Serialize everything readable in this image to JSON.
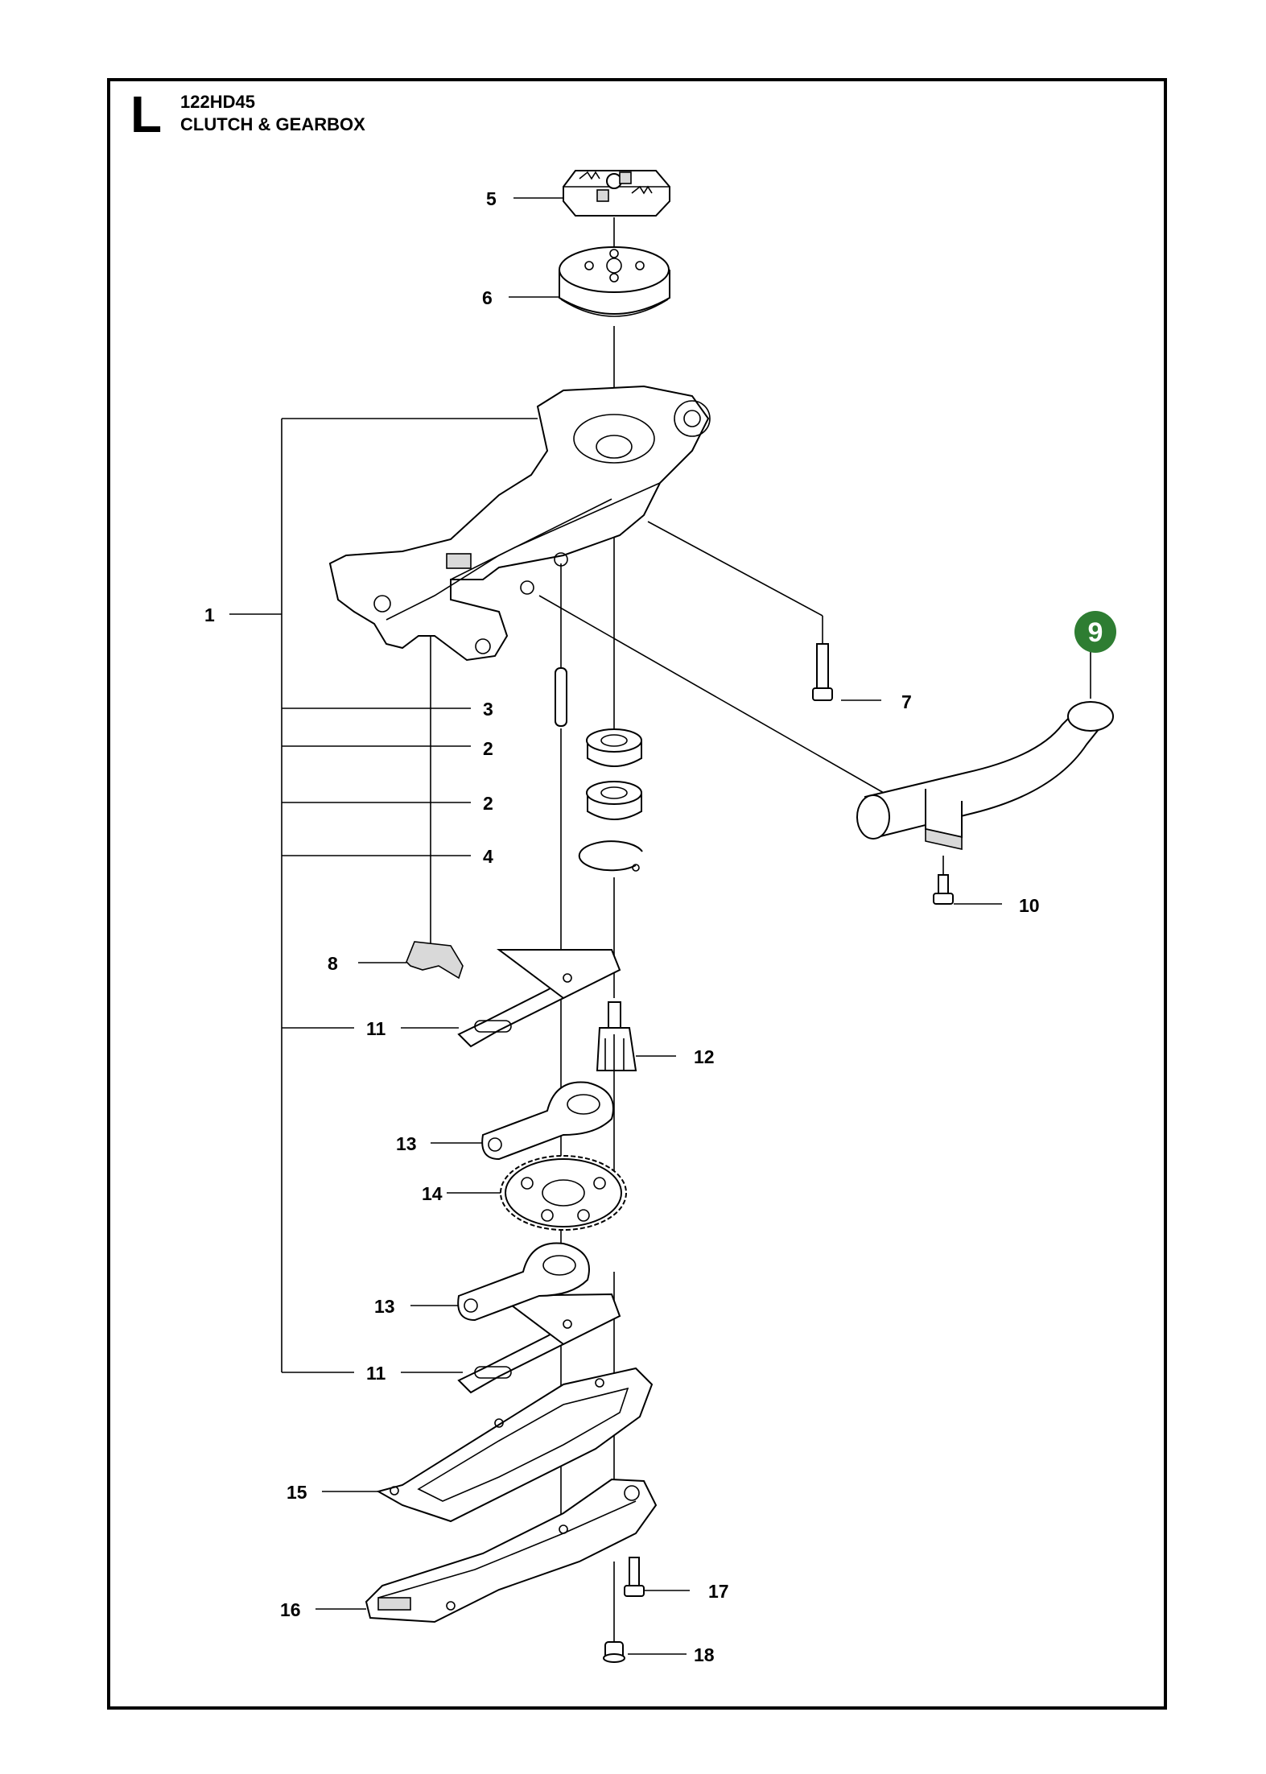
{
  "header": {
    "section_letter": "L",
    "model": "122HD45",
    "title": "CLUTCH & GEARBOX"
  },
  "highlight": {
    "badge_number": "9",
    "badge_color": "#2e7d32"
  },
  "callouts": [
    "1",
    "2",
    "2",
    "3",
    "4",
    "5",
    "6",
    "7",
    "8",
    "10",
    "11",
    "11",
    "12",
    "13",
    "13",
    "14",
    "15",
    "16",
    "17",
    "18"
  ]
}
